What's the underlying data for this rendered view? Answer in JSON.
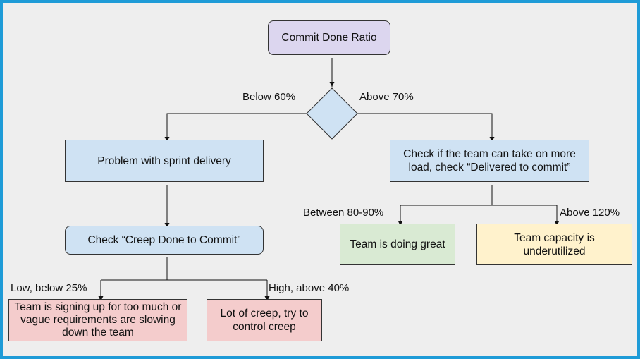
{
  "diagram": {
    "nodes": {
      "root": "Commit Done Ratio",
      "sprint_problem": "Problem with sprint delivery",
      "check_load": "Check if the team can take on more load, check “Delivered to commit”",
      "check_creep": "Check “Creep Done to Commit”",
      "doing_great": "Team is doing great",
      "underutilized": "Team capacity is underutilized",
      "signing_up": "Team is signing up for too much or vague requirements are slowing down the team",
      "lot_of_creep": "Lot of creep, try to control creep"
    },
    "edge_labels": {
      "below_60": "Below 60%",
      "above_70": "Above 70%",
      "between_80_90": "Between 80-90%",
      "above_120": "Above 120%",
      "low_below_25": "Low, below 25%",
      "high_above_40": "High, above 40%"
    },
    "colors": {
      "frame": "#1e9bd7",
      "background": "#eeeeee",
      "purple": "#dcd6ef",
      "blue": "#cfe2f3",
      "green": "#d9ead3",
      "yellow": "#fff2cc",
      "red": "#f4cccc"
    }
  }
}
